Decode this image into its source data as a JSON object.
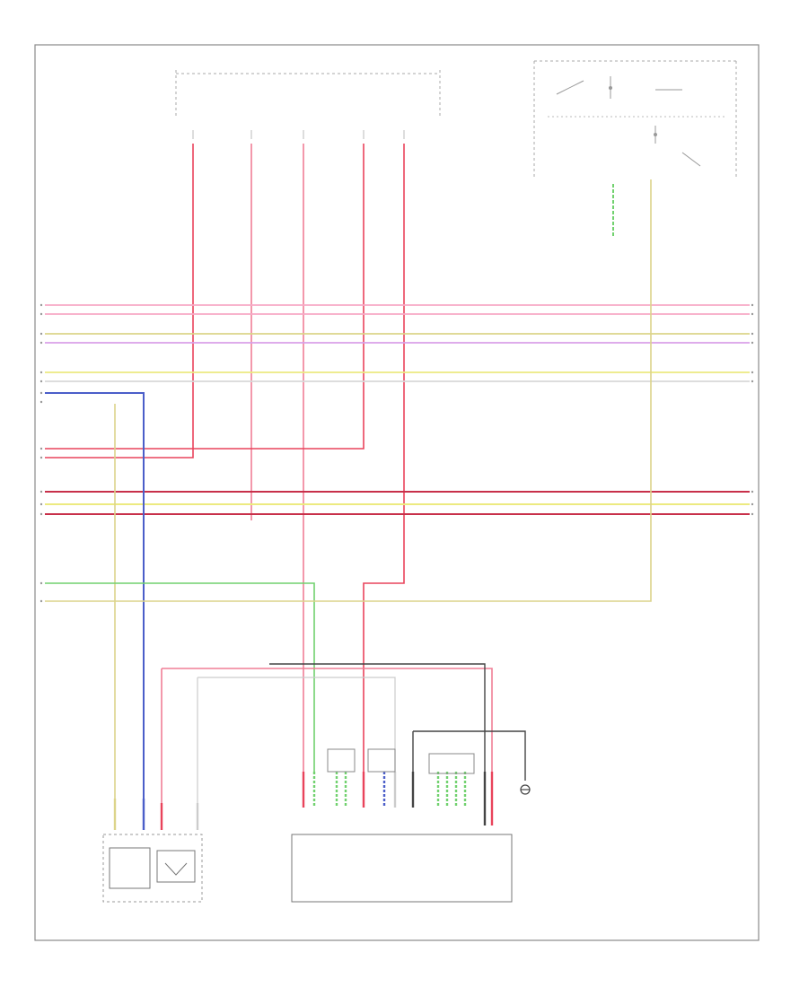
{
  "diagram": {
    "title": "",
    "footer_code": "",
    "colors": {
      "pink": "#f7a9c6",
      "red": "#e9435b",
      "yellow": "#ecea80",
      "tan": "#dcd48a",
      "violet": "#d9a0e8",
      "blue": "#4b5ec9",
      "green": "#71d16e",
      "black": "#222222",
      "light": "#e3e3e3",
      "frame": "#777777"
    },
    "wires": [
      {
        "id": "w1",
        "color": "pink"
      },
      {
        "id": "w2",
        "color": "pink"
      },
      {
        "id": "w3",
        "color": "tan"
      },
      {
        "id": "w4",
        "color": "violet"
      },
      {
        "id": "w5",
        "color": "yellow"
      },
      {
        "id": "w6",
        "color": "light"
      },
      {
        "id": "w7",
        "color": "blue"
      },
      {
        "id": "w8",
        "color": "red"
      },
      {
        "id": "w9",
        "color": "red"
      },
      {
        "id": "w10",
        "color": "yellow"
      },
      {
        "id": "w11",
        "color": "red"
      },
      {
        "id": "w12",
        "color": "green"
      },
      {
        "id": "w13",
        "color": "tan"
      }
    ],
    "components": [
      {
        "id": "fuse-block",
        "label": ""
      },
      {
        "id": "instrument-cluster",
        "label": ""
      },
      {
        "id": "fuel-pump",
        "label": ""
      },
      {
        "id": "fuel-level-sender",
        "label": ""
      },
      {
        "id": "fuel-pump-control-module",
        "label": ""
      },
      {
        "id": "ground",
        "label": ""
      }
    ]
  }
}
